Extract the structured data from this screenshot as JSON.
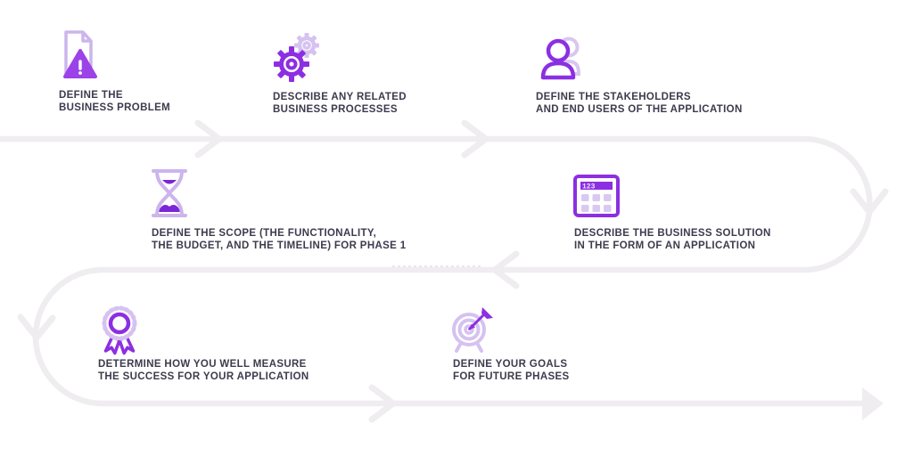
{
  "diagram": {
    "title": "application planning process flow",
    "colors": {
      "purple_primary": "#8C2FE2",
      "purple_dark": "#7A26D9",
      "purple_warning": "#9B42E8",
      "purple_light": "#D5C2F0",
      "text": "#3D3B4D",
      "flow_line": "#EFEDF0",
      "background": "#FFFFFF"
    },
    "flow_markers": {
      "chevron_count": 6,
      "end_arrow": "solid-triangle-right"
    },
    "steps": [
      {
        "icon": "document-warning-icon",
        "label_lines": [
          "DEFINE THE",
          "BUSINESS PROBLEM"
        ]
      },
      {
        "icon": "gears-icon",
        "label_lines": [
          "DESCRIBE ANY RELATED",
          "BUSINESS PROCESSES"
        ]
      },
      {
        "icon": "stakeholders-icon",
        "label_lines": [
          "DEFINE THE STAKEHOLDERS",
          "AND END USERS OF THE APPLICATION"
        ]
      },
      {
        "icon": "calculator-icon",
        "label_lines": [
          "DESCRIBE THE BUSINESS SOLUTION",
          "IN THE FORM OF AN APPLICATION"
        ]
      },
      {
        "icon": "hourglass-icon",
        "label_lines": [
          "DEFINE THE SCOPE (THE FUNCTIONALITY,",
          "THE BUDGET, AND THE TIMELINE) FOR PHASE 1"
        ]
      },
      {
        "icon": "award-ribbon-icon",
        "label_lines": [
          "DETERMINE HOW YOU WELL MEASURE",
          "THE SUCCESS FOR YOUR APPLICATION"
        ]
      },
      {
        "icon": "target-dart-icon",
        "label_lines": [
          "DEFINE YOUR GOALS",
          "FOR FUTURE PHASES"
        ]
      }
    ]
  }
}
